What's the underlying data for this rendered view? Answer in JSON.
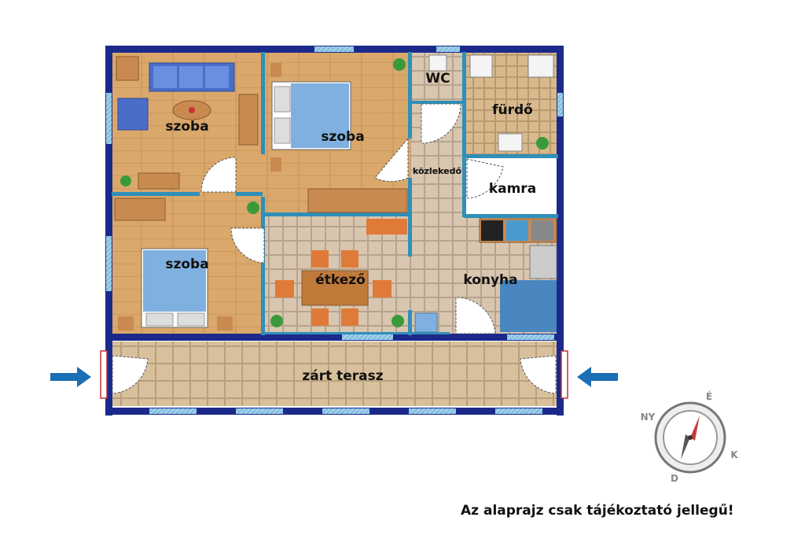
{
  "rooms": {
    "room1": "szoba",
    "room2": "szoba",
    "room3": "szoba",
    "wc": "WC",
    "bathroom": "fürdő",
    "hallway": "közlekedő",
    "pantry": "kamra",
    "dining": "étkező",
    "kitchen": "konyha",
    "terrace": "zárt terasz"
  },
  "compass": {
    "north": "É",
    "east": "K",
    "south": "D",
    "west": "NY"
  },
  "disclaimer": "Az alaprajz csak tájékoztató jellegű!",
  "colors": {
    "wall": "#1b2a8a",
    "inner_wall": "#2f8fb8",
    "wood_floor": "#d9a86a",
    "tile_floor": "#d8c2a8",
    "terrace_floor": "#d9c09c",
    "window": "#8ec6e6",
    "furniture": "#d58a3c",
    "bed": "#7fb0e0",
    "arrow": "#1a6fb5"
  }
}
